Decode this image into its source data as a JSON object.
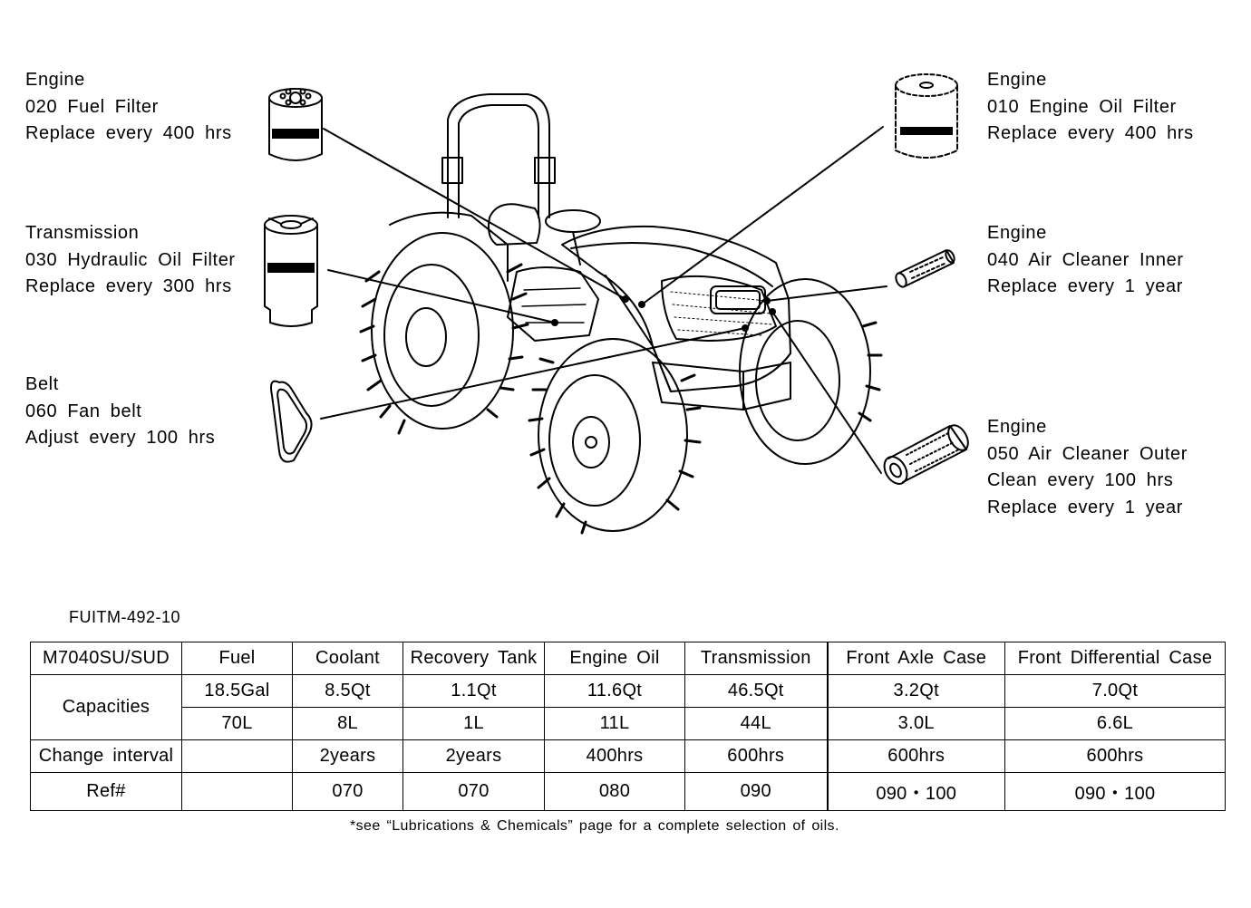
{
  "callouts": {
    "fuel_filter": {
      "category": "Engine",
      "part": "020 Fuel Filter",
      "note1": "Replace every 400 hrs"
    },
    "hydraulic_filter": {
      "category": "Transmission",
      "part": "030 Hydraulic Oil Filter",
      "note1": "Replace every 300 hrs"
    },
    "fan_belt": {
      "category": "Belt",
      "part": "060 Fan belt",
      "note1": "Adjust every 100 hrs"
    },
    "engine_oil_filter": {
      "category": "Engine",
      "part": "010 Engine Oil Filter",
      "note1": "Replace every 400 hrs"
    },
    "air_inner": {
      "category": "Engine",
      "part": "040 Air Cleaner Inner",
      "note1": "Replace every 1 year"
    },
    "air_outer": {
      "category": "Engine",
      "part": "050 Air Cleaner Outer",
      "note1": "Clean every 100 hrs",
      "note2": "Replace every 1 year"
    }
  },
  "doc_id": "FUITM-492-10",
  "table": {
    "model": "M7040SU/SUD",
    "headers": [
      "Fuel",
      "Coolant",
      "Recovery Tank",
      "Engine Oil",
      "Transmission",
      "Front Axle Case",
      "Front Differential Case"
    ],
    "capacities_label": "Capacities",
    "capacities_us": [
      "18.5Gal",
      "8.5Qt",
      "1.1Qt",
      "11.6Qt",
      "46.5Qt",
      "3.2Qt",
      "7.0Qt"
    ],
    "capacities_metric": [
      "70L",
      "8L",
      "1L",
      "11L",
      "44L",
      "3.0L",
      "6.6L"
    ],
    "change_label": "Change interval",
    "change_interval": [
      "",
      "2years",
      "2years",
      "400hrs",
      "600hrs",
      "600hrs",
      "600hrs"
    ],
    "ref_label": "Ref#",
    "ref": [
      "",
      "070",
      "070",
      "080",
      "090",
      "090・100",
      "090・100"
    ]
  },
  "footnote": "*see “Lubrications & Chemicals” page for a complete selection of oils."
}
